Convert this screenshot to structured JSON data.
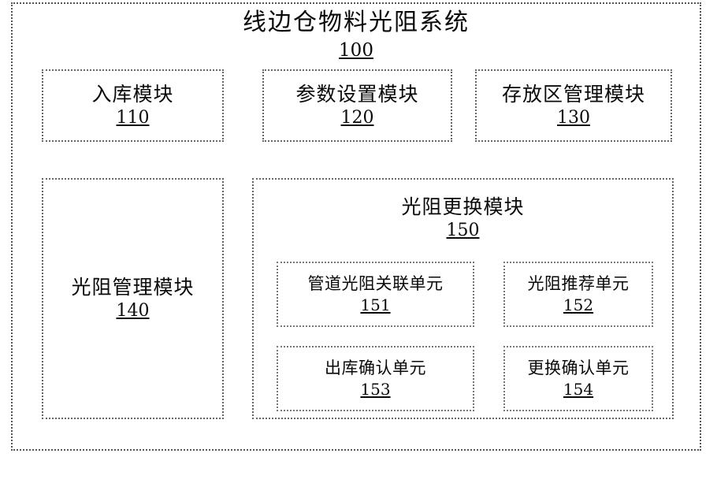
{
  "figure": {
    "title": "线边仓物料光阻系统",
    "ref": "100"
  },
  "modules": [
    {
      "id": "110",
      "title": "入库模块",
      "ref": "110"
    },
    {
      "id": "120",
      "title": "参数设置模块",
      "ref": "120"
    },
    {
      "id": "130",
      "title": "存放区管理模块",
      "ref": "130"
    },
    {
      "id": "140",
      "title": "光阻管理模块",
      "ref": "140"
    },
    {
      "id": "150",
      "title": "光阻更换模块",
      "ref": "150"
    }
  ],
  "subunits": [
    {
      "id": "151",
      "title": "管道光阻关联单元",
      "ref": "151"
    },
    {
      "id": "152",
      "title": "光阻推荐单元",
      "ref": "152"
    },
    {
      "id": "153",
      "title": "出库确认单元",
      "ref": "153"
    },
    {
      "id": "154",
      "title": "更换确认单元",
      "ref": "154"
    }
  ],
  "style": {
    "background": "#ffffff",
    "ink": "#0a0a0a",
    "frame_border": "#555555"
  }
}
